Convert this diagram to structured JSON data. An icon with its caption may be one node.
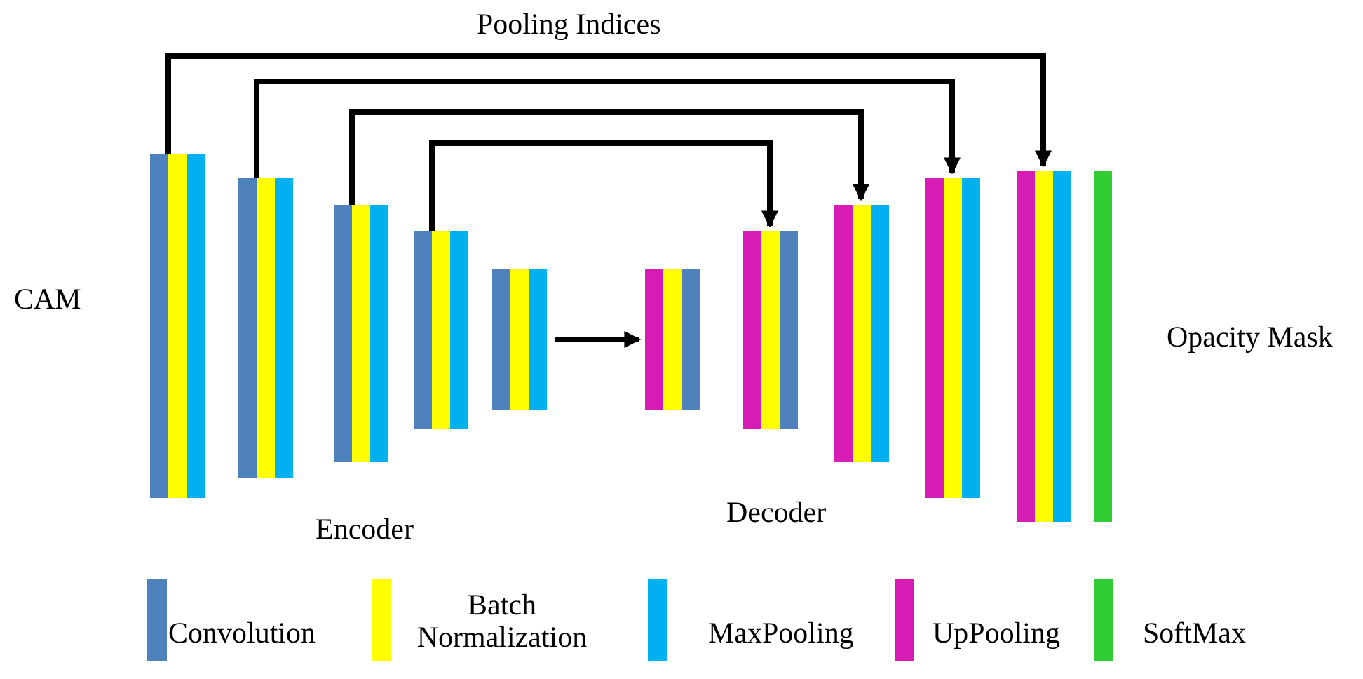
{
  "diagram": {
    "nodes": [
      {
        "text": [],
        "shape": "bar"
      },
      {
        "text": [],
        "shape": "bar"
      },
      {
        "text": [],
        "shape": "bar"
      },
      {
        "text": [],
        "shape": "bar"
      },
      {
        "text": [],
        "shape": "bar"
      },
      {
        "text": [],
        "shape": "bar"
      },
      {
        "text": [],
        "shape": "bar"
      },
      {
        "text": [],
        "shape": "bar"
      },
      {
        "text": [],
        "shape": "bar"
      },
      {
        "text": [],
        "shape": "bar"
      },
      {
        "text": [],
        "shape": "bar"
      }
    ],
    "edges": [
      {
        "from": 0,
        "to": 9,
        "arrow": "to"
      },
      {
        "from": 1,
        "to": 8,
        "arrow": "to"
      },
      {
        "from": 2,
        "to": 7,
        "arrow": "to"
      },
      {
        "from": 3,
        "to": 6,
        "arrow": "to"
      },
      {
        "from": 4,
        "to": 5,
        "arrow": "to"
      }
    ],
    "labels": [
      "Pooling Indices",
      "CAM",
      "Opacity Mask",
      "Encoder",
      "Decoder"
    ],
    "legend": [
      {
        "text": "Convolution",
        "color": "#4f81bd"
      },
      {
        "text": "Batch Normalization",
        "color": "#ffff00"
      },
      {
        "text": "MaxPooling",
        "color": "#00b0f0"
      },
      {
        "text": "UpPooling",
        "color": "#d61cb4"
      },
      {
        "text": "SoftMax",
        "color": "#33cc33"
      }
    ]
  }
}
